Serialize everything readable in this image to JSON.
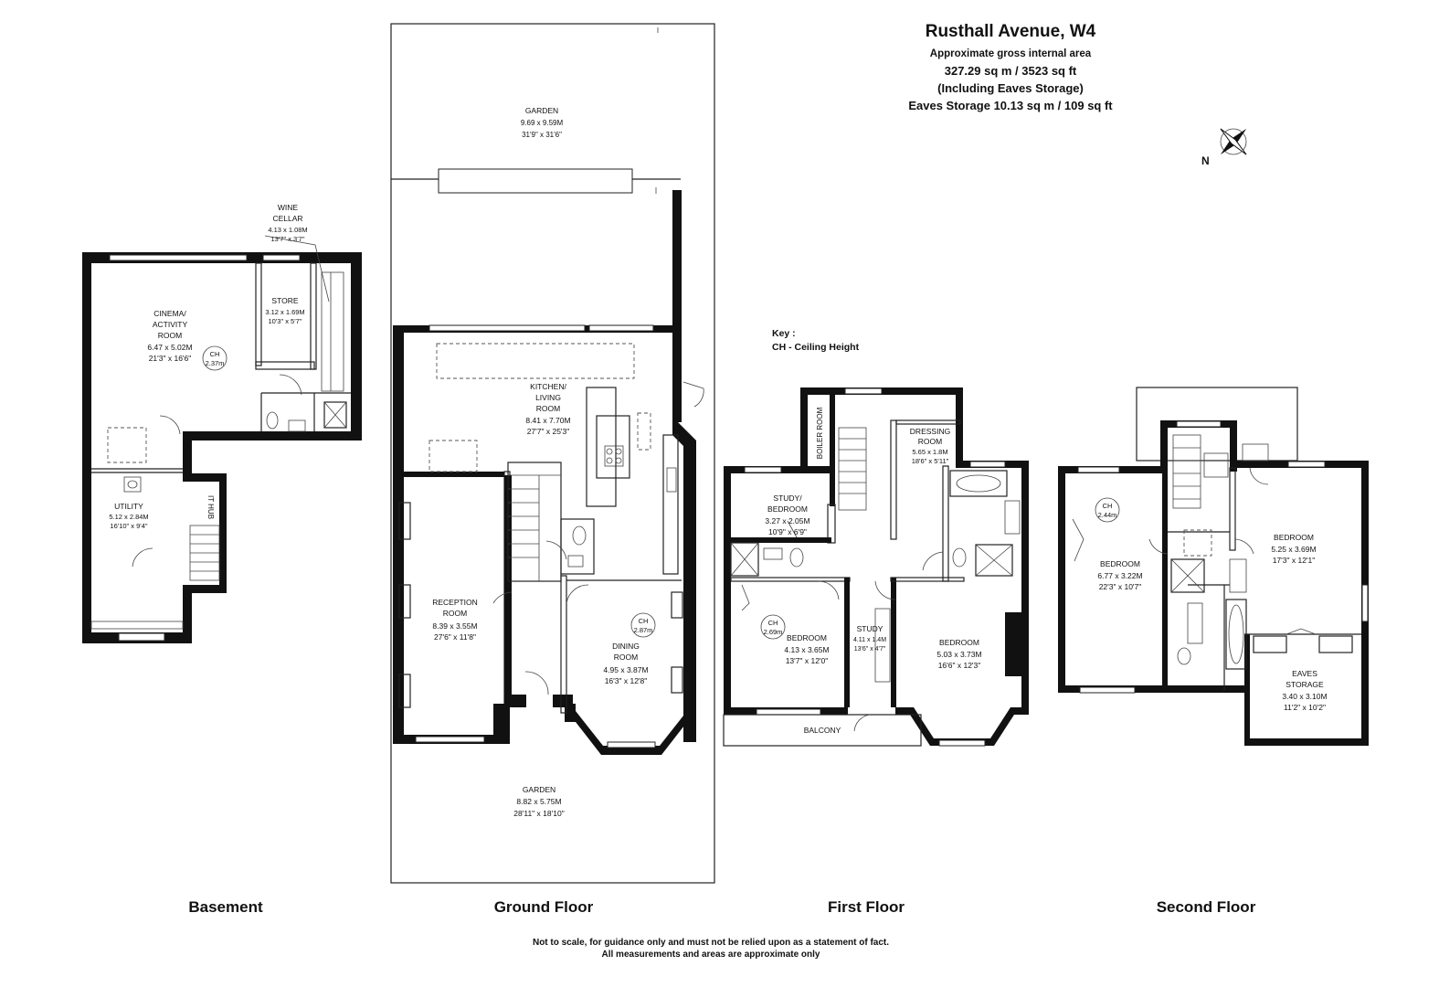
{
  "header": {
    "title": "Rusthall Avenue, W4",
    "subtitle": "Approximate gross internal area",
    "area": "327.29 sq m /  3523 sq ft",
    "note": "(Including Eaves Storage)",
    "eaves": "Eaves Storage  10.13 sq m /  109 sq ft"
  },
  "compass": {
    "label": "N"
  },
  "key": {
    "title": "Key :",
    "item": "CH - Ceiling Height"
  },
  "floors": {
    "basement": "Basement",
    "ground": "Ground Floor",
    "first": "First Floor",
    "second": "Second Floor"
  },
  "rooms": {
    "wine": {
      "l1": "WINE",
      "l2": "CELLAR",
      "m": "4.13 x 1.08M",
      "f": "13'7\" x 3'7\""
    },
    "cinema": {
      "l1": "CINEMA/",
      "l2": "ACTIVITY",
      "l3": "ROOM",
      "m": "6.47 x 5.02M",
      "f": "21'3\" x 16'6\""
    },
    "store": {
      "l1": "STORE",
      "m": "3.12 x 1.69M",
      "f": "10'3\" x 5'7\""
    },
    "utility": {
      "l1": "UTILITY",
      "m": "5.12 x 2.84M",
      "f": "16'10\" x 9'4\""
    },
    "ithub": {
      "l1": "IT HUB"
    },
    "garden_rear": {
      "l1": "GARDEN",
      "m": "9.69 x 9.59M",
      "f": "31'9\" x 31'6\""
    },
    "kitchen": {
      "l1": "KITCHEN/",
      "l2": "LIVING",
      "l3": "ROOM",
      "m": "8.41 x 7.70M",
      "f": "27'7\" x 25'3\""
    },
    "reception": {
      "l1": "RECEPTION",
      "l2": "ROOM",
      "m": "8.39 x 3.55M",
      "f": "27'6\" x 11'8\""
    },
    "dining": {
      "l1": "DINING",
      "l2": "ROOM",
      "m": "4.95 x 3.87M",
      "f": "16'3\" x 12'8\""
    },
    "garden_front": {
      "l1": "GARDEN",
      "m": "8.82 x 5.75M",
      "f": "28'11\" x 18'10\""
    },
    "boiler": {
      "l1": "BOILER ROOM"
    },
    "dressing": {
      "l1": "DRESSING",
      "l2": "ROOM",
      "m": "5.65 x 1.8M",
      "f": "18'6\" x 5'11\""
    },
    "study_bed": {
      "l1": "STUDY/",
      "l2": "BEDROOM",
      "m": "3.27 x 2.05M",
      "f": "10'9\" x 6'9\""
    },
    "bed1f_a": {
      "l1": "BEDROOM",
      "m": "4.13 x 3.65M",
      "f": "13'7\" x 12'0\""
    },
    "study": {
      "l1": "STUDY",
      "m": "4.11 x 1.4M",
      "f": "13'6\" x 4'7\""
    },
    "bed1f_b": {
      "l1": "BEDROOM",
      "m": "5.03 x 3.73M",
      "f": "16'6\" x 12'3\""
    },
    "balcony": {
      "l1": "BALCONY"
    },
    "bed2f_a": {
      "l1": "BEDROOM",
      "m": "6.77 x 3.22M",
      "f": "22'3\" x 10'7\""
    },
    "bed2f_b": {
      "l1": "BEDROOM",
      "m": "5.25 x 3.69M",
      "f": "17'3\" x 12'1\""
    },
    "eaves": {
      "l1": "EAVES",
      "l2": "STORAGE",
      "m": "3.40 x 3.10M",
      "f": "11'2\" x 10'2\""
    }
  },
  "ceiling": {
    "basement": {
      "l1": "CH",
      "l2": "2.37m"
    },
    "ground": {
      "l1": "CH",
      "l2": "2.87m"
    },
    "first": {
      "l1": "CH",
      "l2": "2.69m"
    },
    "second": {
      "l1": "CH",
      "l2": "2.44m"
    }
  },
  "footer": {
    "line1": "Not to scale, for guidance only and must not be relied upon as a statement of fact.",
    "line2": "All measurements and areas are approximate only"
  }
}
